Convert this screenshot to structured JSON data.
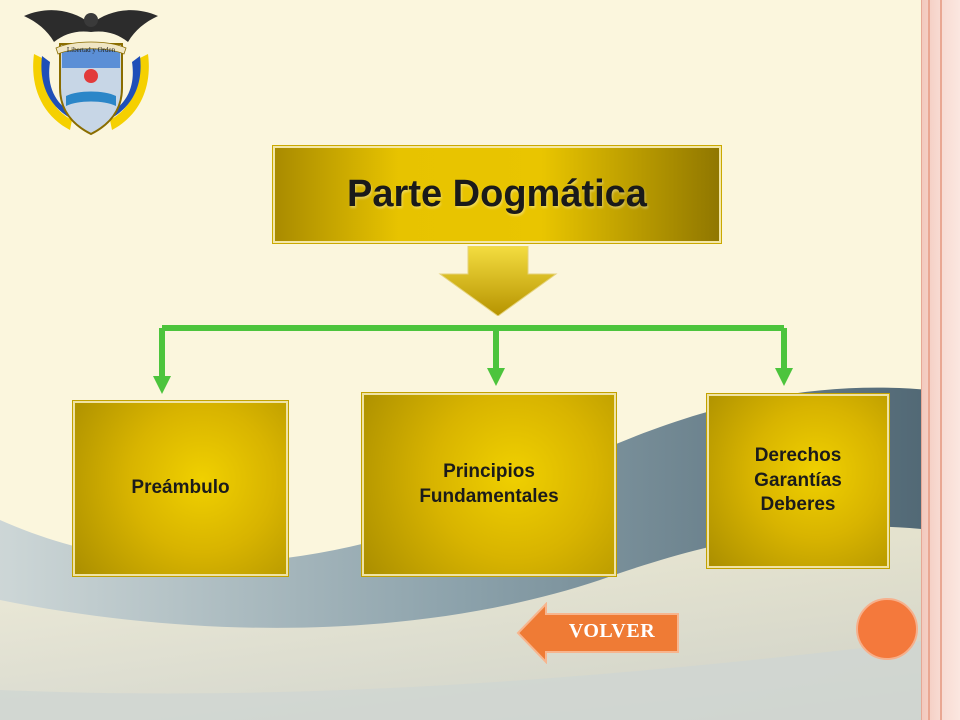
{
  "slide": {
    "title": "Parte Dogmática",
    "crest": {
      "motto": "Libertad y Orden",
      "icon": "colombia-coat-of-arms-icon"
    },
    "nodes": [
      {
        "label": "Preámbulo"
      },
      {
        "label": "Principios\nFundamentales"
      },
      {
        "label": "Derechos\nGarantías\nDeberes"
      }
    ],
    "volver_label": "VOLVER"
  },
  "colors": {
    "gold": "#e7c300",
    "connector_green": "#4cc43c",
    "volver_orange": "#ef7b35",
    "accent_circle": "#f4793c",
    "frame_pink": "#f3c9bd"
  }
}
